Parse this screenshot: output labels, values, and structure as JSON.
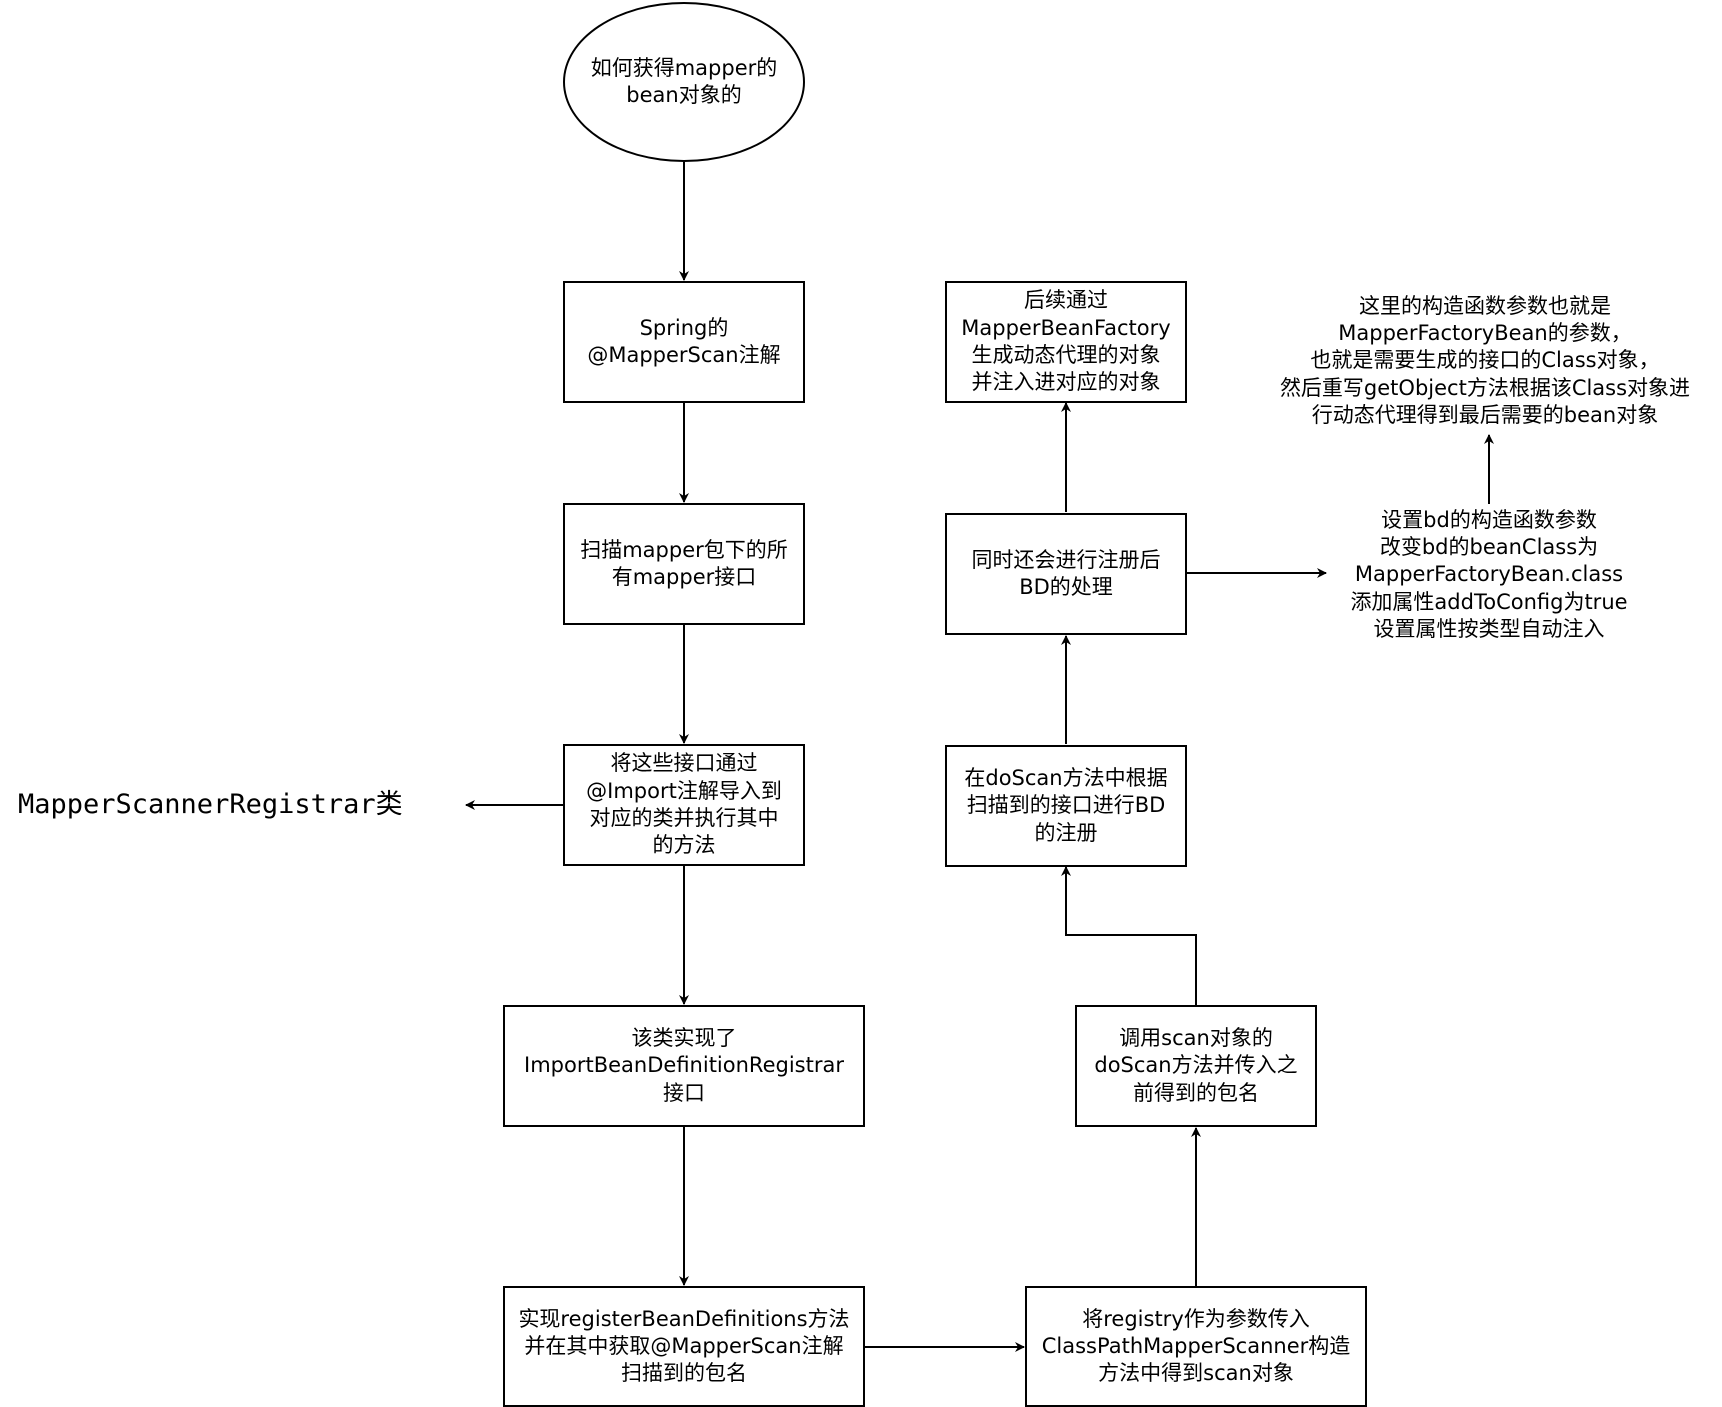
{
  "nodes": {
    "start": "如何获得mapper的\nbean对象的",
    "spring_scan": "Spring的\n@MapperScan注解",
    "scan_pkg": "扫描mapper包下的所\n有mapper接口",
    "import_reg": "将这些接口通过\n@Import注解导入到\n对应的类并执行其中\n的方法",
    "registrar_class": "MapperScannerRegistrar类",
    "impl_iface": "该类实现了\nImportBeanDefinitionRegistrar\n接口",
    "register_defs": "实现registerBeanDefinitions方法\n并在其中获取@MapperScan注解\n扫描到的包名",
    "classpath_scanner": "将registry作为参数传入\nClassPathMapperScanner构造\n方法中得到scan对象",
    "call_doscan": "调用scan对象的\ndoScan方法并传入之\n前得到的包名",
    "doscan_register": "在doScan方法中根据\n扫描到的接口进行BD\n的注册",
    "post_process": "同时还会进行注册后\nBD的处理",
    "factory_proxy": "后续通过\nMapperBeanFactory\n生成动态代理的对象\n并注入进对应的对象",
    "bd_settings": "设置bd的构造函数参数\n改变bd的beanClass为\nMapperFactoryBean.class\n添加属性addToConfig为true\n设置属性按类型自动注入",
    "constructor_note": "这里的构造函数参数也就是\nMapperFactoryBean的参数，\n也就是需要生成的接口的Class对象，\n然后重写getObject方法根据该Class对象进\n行动态代理得到最后需要的bean对象"
  },
  "colors": {
    "stroke": "#000000",
    "background": "#ffffff"
  }
}
